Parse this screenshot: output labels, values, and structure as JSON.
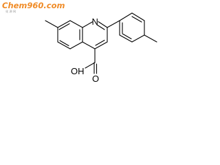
{
  "watermark": {
    "logo_text": "Chem960",
    "logo_suffix": ".com",
    "tagline": "化 源 网"
  },
  "molecule": {
    "atoms": {
      "nitrogen": "N",
      "hydroxyl": "OH",
      "carbonyl_oxygen": "O"
    }
  },
  "colors": {
    "bond": "#000000",
    "label": "#000000",
    "watermark": "#f08c28"
  }
}
